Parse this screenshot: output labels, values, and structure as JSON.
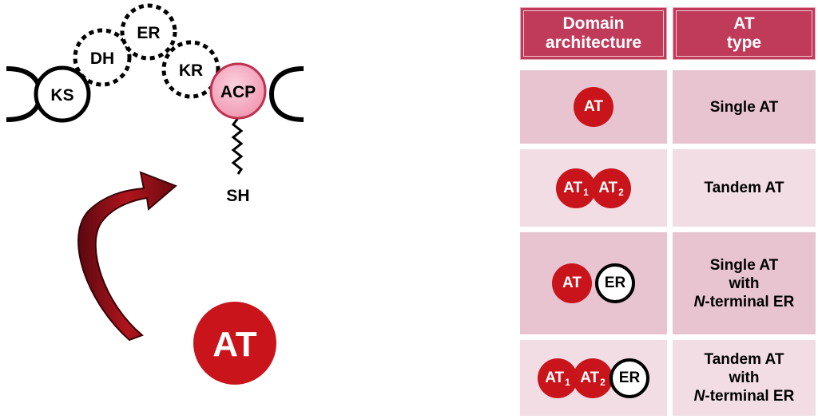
{
  "diagram": {
    "domains": {
      "ks": "KS",
      "dh": "DH",
      "er": "ER",
      "kr": "KR",
      "acp": "ACP",
      "sh": "SH"
    },
    "free_at": "AT"
  },
  "table": {
    "headers": {
      "architecture": [
        "Domain",
        "architecture"
      ],
      "type": [
        "AT",
        "type"
      ]
    },
    "rows": [
      {
        "arch": [
          {
            "label": "AT",
            "sub": ""
          }
        ],
        "er": "",
        "type_lines": [
          "Single AT"
        ]
      },
      {
        "arch": [
          {
            "label": "AT",
            "sub": "1"
          },
          {
            "label": "AT",
            "sub": "2"
          }
        ],
        "er": "",
        "type_lines": [
          "Tandem AT"
        ]
      },
      {
        "arch": [
          {
            "label": "AT",
            "sub": ""
          }
        ],
        "er": "ER",
        "type_lines": [
          "Single AT",
          "with",
          "N-terminal ER"
        ]
      },
      {
        "arch": [
          {
            "label": "AT",
            "sub": "1"
          },
          {
            "label": "AT",
            "sub": "2"
          }
        ],
        "er": "ER",
        "type_lines": [
          "Tandem AT",
          "with",
          "N-terminal ER"
        ]
      }
    ],
    "colors": {
      "header": "#c03a5a",
      "row_dark": "#e8c4d1",
      "row_light": "#f2dde5",
      "at_red": "#c8141a",
      "acp_pink": "#f2a0b8"
    }
  }
}
